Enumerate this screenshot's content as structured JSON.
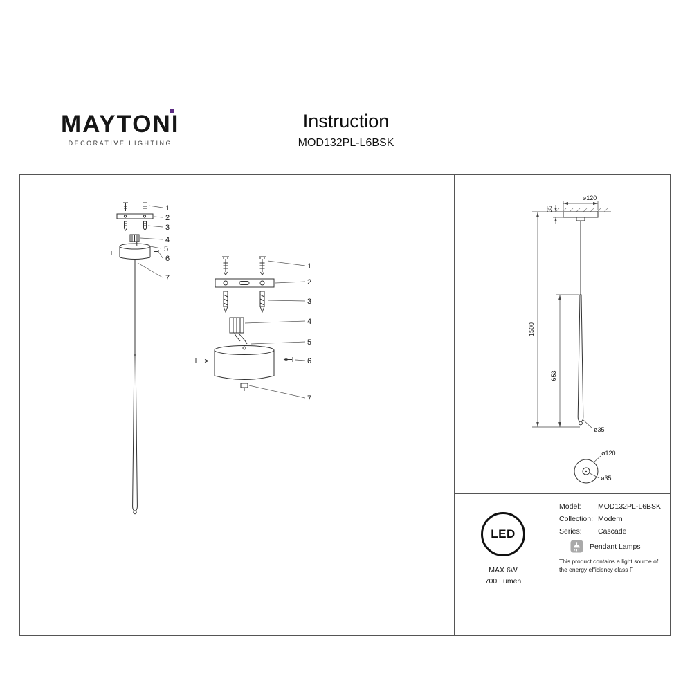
{
  "brand": {
    "name": "MAYTONI",
    "tagline": "DECORATIVE LIGHTING",
    "accent_color": "#5b2b82"
  },
  "header": {
    "title": "Instruction",
    "model": "MOD132PL-L6BSK"
  },
  "diagram_small": {
    "callouts": [
      "1",
      "2",
      "3",
      "4",
      "5",
      "6",
      "7"
    ]
  },
  "diagram_large": {
    "callouts": [
      "1",
      "2",
      "3",
      "4",
      "5",
      "6",
      "7"
    ]
  },
  "dimensions": {
    "plate_thickness": "35",
    "plate_diameter": "ø120",
    "overall_length": "1500",
    "rod_length": "653",
    "rod_diameter": "ø35",
    "topview_outer": "ø120",
    "topview_inner": "ø35"
  },
  "led_badge": {
    "text": "LED",
    "max_power": "MAX 6W",
    "luminous_flux": "700 Lumen"
  },
  "specs": {
    "model_label": "Model:",
    "model_value": "MOD132PL-L6BSK",
    "collection_label": "Collection:",
    "collection_value": "Modern",
    "series_label": "Series:",
    "series_value": "Cascade",
    "category_value": "Pendant Lamps",
    "note": "This product contains a light source of the energy efficiency class F"
  }
}
